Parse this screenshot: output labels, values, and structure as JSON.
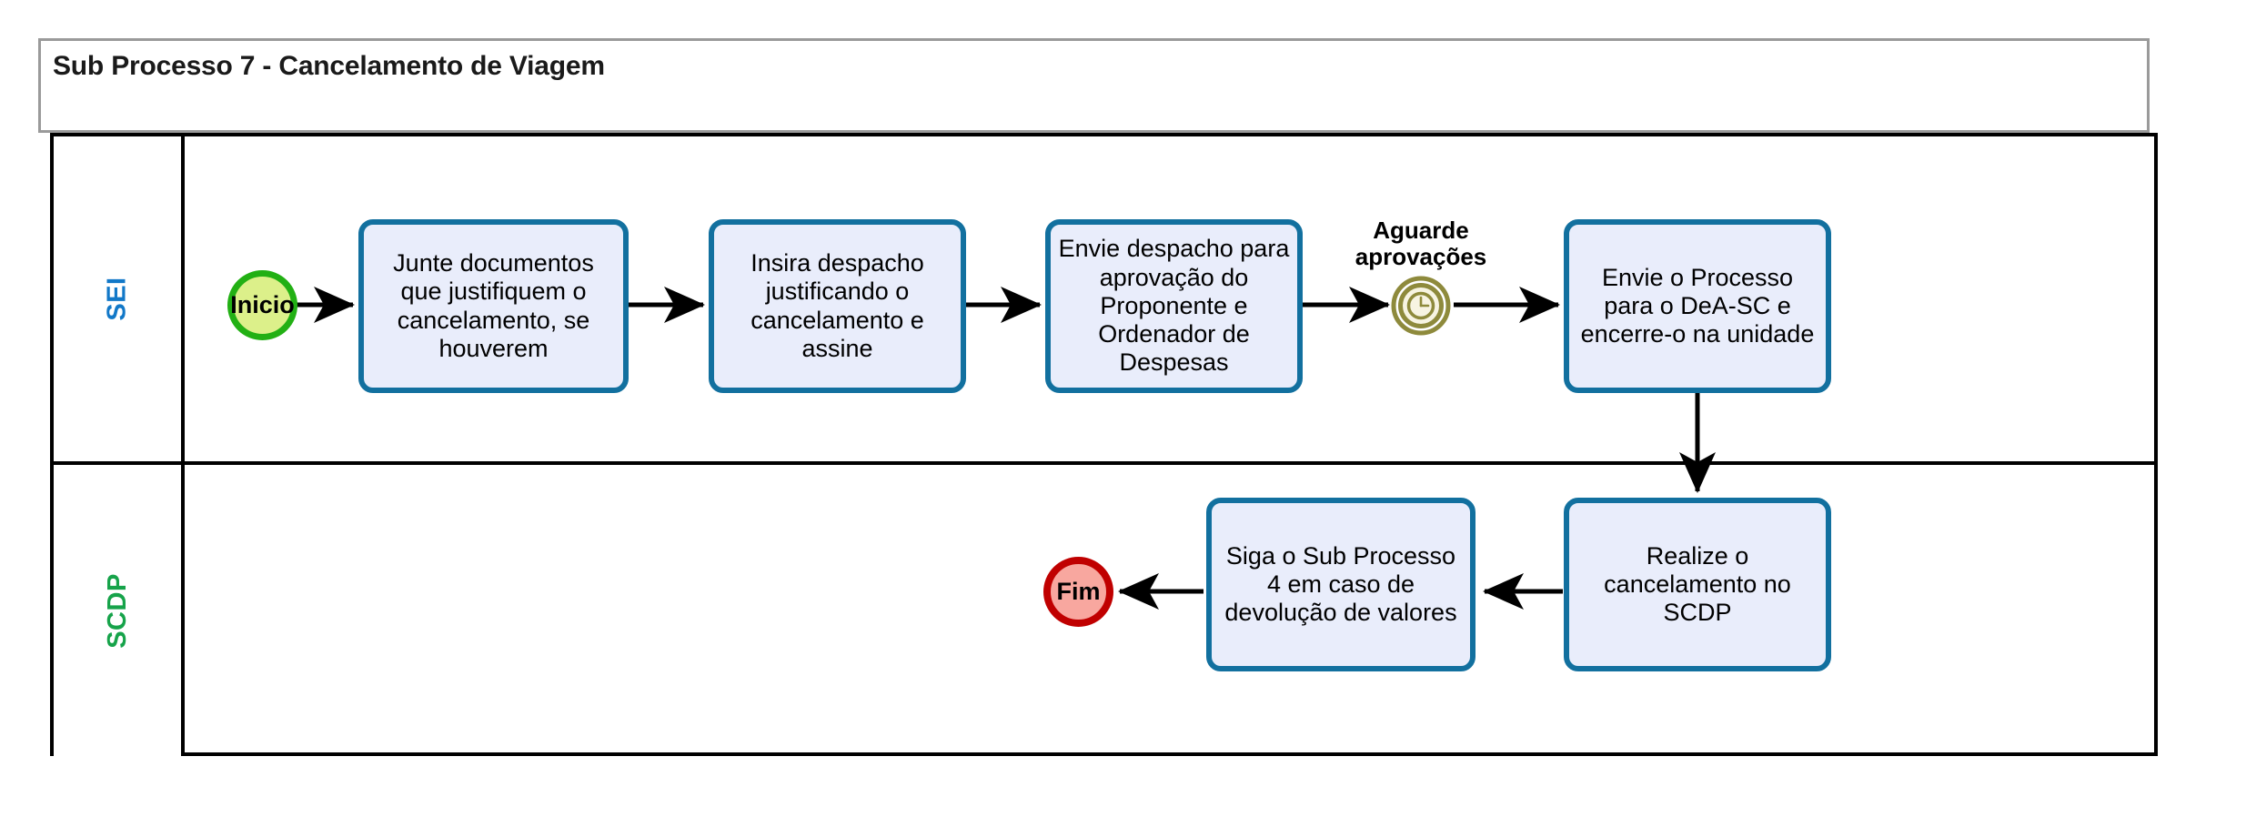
{
  "diagram": {
    "title": "Sub Processo 7 - Cancelamento de Viagem",
    "type": "bpmn-swimlane-flowchart"
  },
  "colors": {
    "task_border": "#12709f",
    "task_fill": "#e9edfb",
    "start_border": "#22b014",
    "start_fill": "#dcf08a",
    "end_border": "#c00000",
    "end_fill": "#f8a79f",
    "timer": "#8e8a3c",
    "timer_fill": "#f7f4e2",
    "lane_sei": "#1278c8",
    "lane_scdp": "#16a34a",
    "pool_border": "#000000",
    "title_border": "#9a9a9a"
  },
  "lanes": [
    {
      "id": "sei",
      "label": "SEI"
    },
    {
      "id": "scdp",
      "label": "SCDP"
    }
  ],
  "events": {
    "start": {
      "label": "Inicio",
      "lane": "sei"
    },
    "end": {
      "label": "Fim",
      "lane": "scdp"
    },
    "timer": {
      "label_line1": "Aguarde",
      "label_line2": "aprovações",
      "icon": "clock-icon",
      "lane": "sei"
    }
  },
  "tasks": [
    {
      "id": "t1",
      "lane": "sei",
      "text": "Junte documentos que justifiquem o cancelamento, se houverem"
    },
    {
      "id": "t2",
      "lane": "sei",
      "text": "Insira despacho justificando o cancelamento e assine"
    },
    {
      "id": "t3",
      "lane": "sei",
      "text": "Envie despacho para aprovação do Proponente e Ordenador de Despesas"
    },
    {
      "id": "t4",
      "lane": "sei",
      "text": "Envie o Processo para o DeA-SC e encerre-o na unidade"
    },
    {
      "id": "t5",
      "lane": "scdp",
      "text": "Realize o cancelamento no SCDP"
    },
    {
      "id": "t6",
      "lane": "scdp",
      "text": "Siga o Sub Processo 4 em caso de devolução de valores"
    }
  ],
  "flows": [
    {
      "from": "start",
      "to": "t1"
    },
    {
      "from": "t1",
      "to": "t2"
    },
    {
      "from": "t2",
      "to": "t3"
    },
    {
      "from": "t3",
      "to": "timer"
    },
    {
      "from": "timer",
      "to": "t4"
    },
    {
      "from": "t4",
      "to": "t5"
    },
    {
      "from": "t5",
      "to": "t6"
    },
    {
      "from": "t6",
      "to": "end"
    }
  ]
}
